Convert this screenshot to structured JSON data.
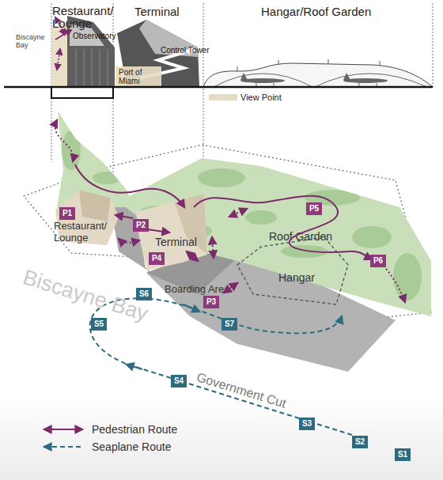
{
  "diagram": {
    "nodes": [
      {
        "text": [
          "Restaurant/ Lounge"
        ]
      },
      {
        "text": [
          "Terminal"
        ]
      },
      {
        "text": [
          "Roof Garden"
        ]
      },
      {
        "text": [
          "Hangar"
        ],
        "in": 2
      },
      {
        "text": [
          "Boarding Area"
        ]
      }
    ],
    "labels": [
      "Restaurant/ Lounge",
      "Terminal",
      "Hangar/Roof Garden",
      "Biscayne Bay",
      "Observatory",
      "Control Tower",
      "Port of Miami",
      "View Point",
      "P1",
      "P2",
      "P5",
      "P4",
      "P6",
      "P3",
      "S6",
      "Biscayne Bay",
      "S5",
      "S7",
      "S4",
      "Government Cut",
      "S3",
      "S2",
      "S1"
    ],
    "legend": [
      {
        "text": "Pedestrian Route"
      },
      {
        "text": "Seaplane Route"
      }
    ]
  }
}
